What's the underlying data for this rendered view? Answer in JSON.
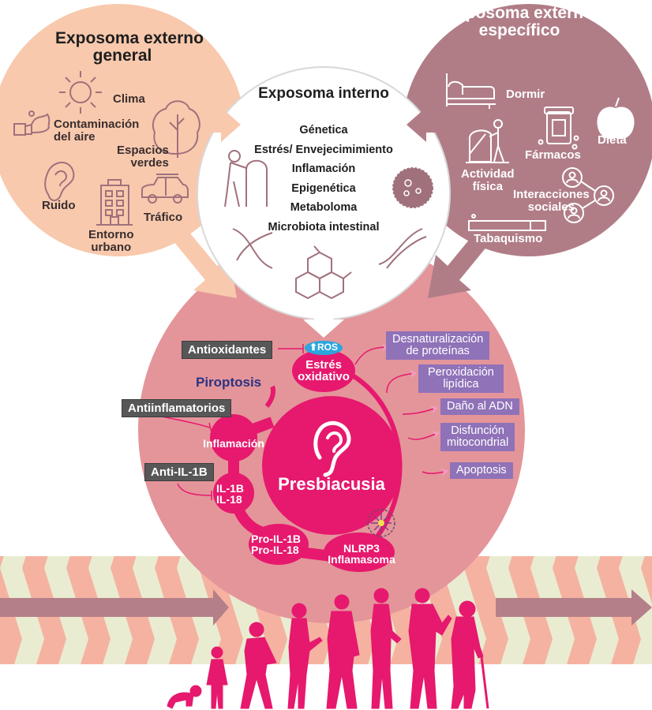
{
  "colors": {
    "external_general": "#f8c9ad",
    "external_specific": "#b07d87",
    "internal": "#ffffff",
    "core_circle": "#e4959a",
    "magenta": "#e6196e",
    "drug_box": "#575757",
    "effect_box": "#8f72b8",
    "ros_badge": "#2ca6dd",
    "piroptosis_text": "#2b3383",
    "icon_stroke": "#a0717b",
    "stripe_a": "#f6b2a1",
    "stripe_b": "#e9ecd1",
    "timeline_arrow": "#b47f88"
  },
  "external_general": {
    "title_line1": "Exposoma externo",
    "title_line2": "general",
    "items": {
      "clima": "Clima",
      "contaminacion_1": "Contaminación",
      "contaminacion_2": "del aire",
      "espacios_1": "Espacios",
      "espacios_2": "verdes",
      "ruido": "Ruido",
      "entorno_1": "Entorno",
      "entorno_2": "urbano",
      "trafico": "Tráfico"
    },
    "icons": [
      "sun-icon",
      "smoke-icon",
      "tree-icon",
      "ear-icon",
      "building-icon",
      "car-icon"
    ]
  },
  "external_specific": {
    "title_line1": "Exposoma externo",
    "title_line2": "específico",
    "items": {
      "dormir": "Dormir",
      "farmacos": "Fármacos",
      "dieta": "Dieta",
      "actividad_1": "Actividad",
      "actividad_2": "física",
      "interacciones_1": "Interacciones",
      "interacciones_2": "sociales",
      "tabaquismo": "Tabaquismo"
    },
    "icons": [
      "bed-icon",
      "pill-jar-icon",
      "apple-icon",
      "treadmill-icon",
      "social-network-icon",
      "cigarette-icon"
    ]
  },
  "internal": {
    "title": "Exposoma interno",
    "items": [
      "Génetica",
      "Estrés/ Envejecimimiento",
      "Inflamación",
      "Epigenética",
      "Metaboloma",
      "Microbiota intestinal"
    ],
    "icons": [
      "elderly-walker-icon",
      "cell-icon",
      "dna-icon",
      "molecule-icon",
      "dna-icon"
    ]
  },
  "core": {
    "center_label": "Presbiacusia",
    "ros_badge": "ROS",
    "estres_1": "Estrés",
    "estres_2": "oxidativo",
    "piroptosis": "Piroptosis",
    "inflamacion": "Inflamación",
    "il_1": "IL-1B",
    "il_2": "IL-18",
    "pro_1": "Pro-IL-1B",
    "pro_2": "Pro-IL-18",
    "nlrp3_1": "NLRP3",
    "nlrp3_2": "Inflamasoma",
    "drugs": {
      "antioxidantes": "Antioxidantes",
      "antiinflamatorios": "Antiinflamatorios",
      "anti_il": "Anti-IL-1B"
    },
    "effects": {
      "desnat_1": "Desnaturalización",
      "desnat_2": "de proteínas",
      "perox_1": "Peroxidación",
      "perox_2": "lipídica",
      "dano": "Daño al ADN",
      "disf_1": "Disfunción",
      "disf_2": "mitocondrial",
      "apoptosis": "Apoptosis"
    }
  },
  "timeline": {
    "stages": [
      "baby",
      "child",
      "young-man",
      "young-woman",
      "adult-man",
      "adult-woman",
      "senior-man",
      "senior-woman"
    ]
  }
}
